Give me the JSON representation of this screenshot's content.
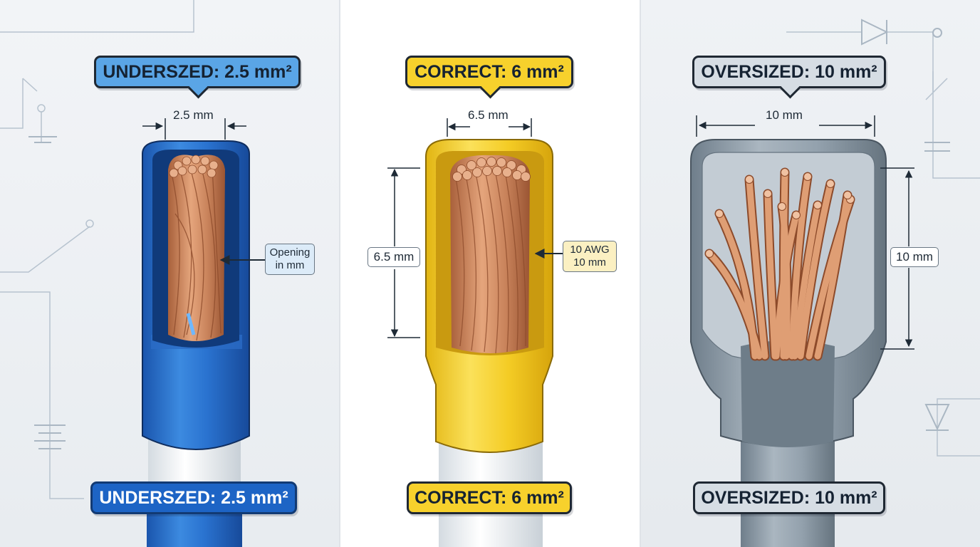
{
  "panels": {
    "undersized": {
      "top_label": "UNDERSZED: 2.5 mm²",
      "bottom_label": "UNDERSZED: 2.5 mm²",
      "width_dimension": "2.5 mm",
      "callout_line1": "Opening",
      "callout_line2": "in mm",
      "sleeve_color": "#1d64c5"
    },
    "correct": {
      "top_label": "CORRECT: 6 mm²",
      "bottom_label": "CORRECT: 6 mm²",
      "width_dimension": "6.5 mm",
      "height_dimension": "6.5 mm",
      "callout_line1": "10 AWG",
      "callout_line2": "10 mm",
      "sleeve_color": "#f2c81f"
    },
    "oversized": {
      "top_label": "OVERSIZED: 10 mm²",
      "bottom_label": "OVERSIZED: 10 mm²",
      "width_dimension": "10 mm",
      "height_dimension": "10 mm",
      "sleeve_color": "#8c9aa6"
    }
  },
  "colors": {
    "copper": "#c9825a",
    "copper_light": "#e9b08a",
    "outline": "#1f2833"
  },
  "icons": [
    "switch-symbol-icon",
    "battery-symbol-icon",
    "diode-symbol-icon",
    "capacitor-symbol-icon"
  ]
}
